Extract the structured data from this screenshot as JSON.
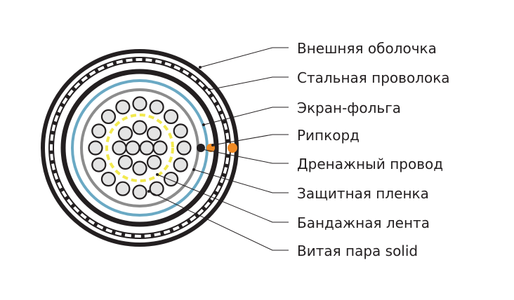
{
  "labels": [
    "Внешняя оболочка",
    "Стальная проволока",
    "Экран-фольга",
    "Рипкорд",
    "Дренажный провод",
    "Защитная пленка",
    "Бандажная лента",
    "Витая пара solid"
  ],
  "colors": {
    "black": "#231f20",
    "foil": "#6aa9c4",
    "film": "#8c8c8c",
    "binder": "#f2e94e",
    "conductor": "#e4e4e4",
    "ripcord": "#f08a24"
  }
}
